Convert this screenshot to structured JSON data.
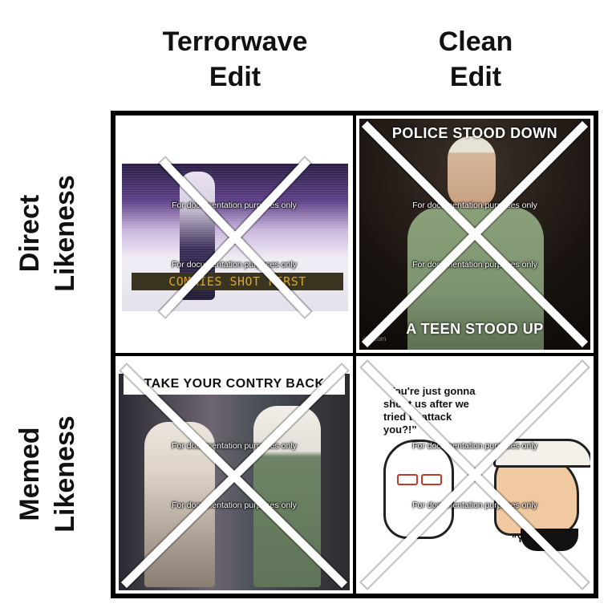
{
  "columns": [
    {
      "line1": "Terrorwave",
      "line2": "Edit"
    },
    {
      "line1": "Clean",
      "line2": "Edit"
    }
  ],
  "rows": [
    {
      "line1": "Direct",
      "line2": "Likeness"
    },
    {
      "line1": "Memed",
      "line2": "Likeness"
    }
  ],
  "watermark": "For documentation purposes only",
  "cells": {
    "top_left": {
      "strip_text": "COMMIES SHOT FIRST"
    },
    "top_right": {
      "top_text": "POLICE STOOD DOWN",
      "bottom_text": "A TEEN STOOD UP",
      "credit": "clip.com"
    },
    "bottom_left": {
      "top_text": "TAKE YOUR CONTRY BACK"
    },
    "bottom_right": {
      "quote_lines": [
        "\"You're just gonna",
        "shoot us after we",
        "tried to attack",
        "you?!\""
      ],
      "reply": "\"Yes\""
    }
  },
  "colors": {
    "grid": "#000000",
    "cross": "#ffffff",
    "strip_text": "#d8a530"
  }
}
